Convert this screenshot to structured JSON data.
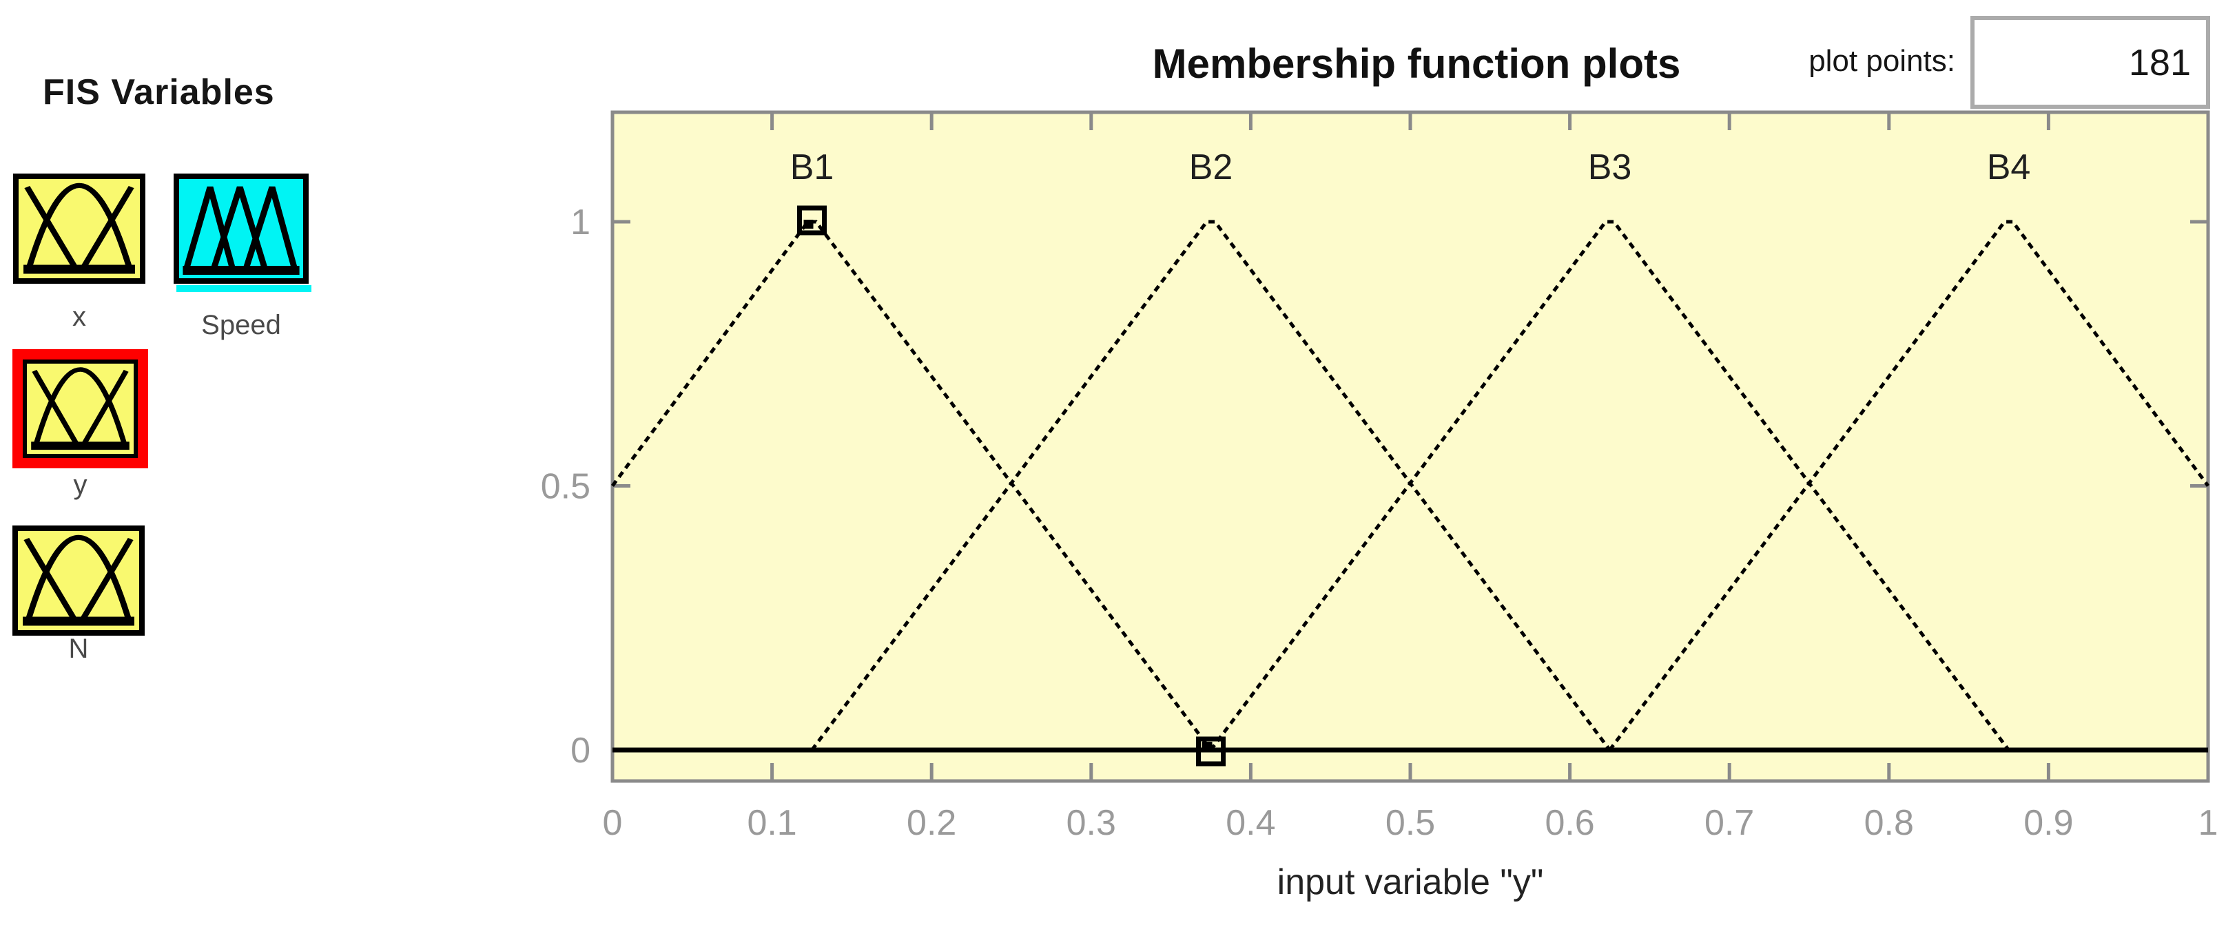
{
  "fis_panel": {
    "title": "FIS Variables",
    "variables": [
      {
        "name": "x",
        "kind": "input",
        "color": "#F9F96F",
        "selected": false
      },
      {
        "name": "Speed",
        "kind": "output",
        "color": "#00F4F4",
        "selected": false
      },
      {
        "name": "y",
        "kind": "input",
        "color": "#F9F96F",
        "selected": true,
        "selection_color": "#FF0000"
      },
      {
        "name": "N",
        "kind": "input",
        "color": "#F9F96F",
        "selected": false
      }
    ]
  },
  "header": {
    "title": "Membership function plots",
    "plot_points_label": "plot points:",
    "plot_points_value": "181"
  },
  "chart_data": {
    "type": "line",
    "title": "Membership function plots",
    "xlabel": "input variable \"y\"",
    "ylabel": "",
    "xlim": [
      0,
      1
    ],
    "ylim": [
      -0.06,
      1.21
    ],
    "grid": false,
    "background": "#FDFBCC",
    "frame_color": "#8A8A8A",
    "tick_label_color": "#9A9A9A",
    "line_color": "#000000",
    "xticks": {
      "values": [
        0,
        0.1,
        0.2,
        0.3,
        0.4,
        0.5,
        0.6,
        0.7,
        0.8,
        0.9,
        1
      ],
      "labels": [
        "0",
        "0.1",
        "0.2",
        "0.3",
        "0.4",
        "0.5",
        "0.6",
        "0.7",
        "0.8",
        "0.9",
        "1"
      ]
    },
    "yticks": {
      "values": [
        0,
        0.5,
        1
      ],
      "labels": [
        "0",
        "0.5",
        "1"
      ]
    },
    "series": [
      {
        "name": "B1",
        "peak_x": 0.125,
        "points": [
          [
            0,
            0.5
          ],
          [
            0.125,
            1
          ],
          [
            0.375,
            0
          ]
        ]
      },
      {
        "name": "B2",
        "peak_x": 0.375,
        "points": [
          [
            0.125,
            0
          ],
          [
            0.375,
            1
          ],
          [
            0.625,
            0
          ]
        ]
      },
      {
        "name": "B3",
        "peak_x": 0.625,
        "points": [
          [
            0.375,
            0
          ],
          [
            0.625,
            1
          ],
          [
            0.875,
            0
          ]
        ]
      },
      {
        "name": "B4",
        "peak_x": 0.875,
        "points": [
          [
            0.625,
            0
          ],
          [
            0.875,
            1
          ],
          [
            1,
            0.5
          ]
        ]
      }
    ],
    "markers": [
      {
        "x": 0.125,
        "y": 1,
        "shape": "open-square",
        "notch": "bottom-left"
      },
      {
        "x": 0.375,
        "y": 0,
        "shape": "open-square",
        "notch": "top-left"
      }
    ]
  }
}
